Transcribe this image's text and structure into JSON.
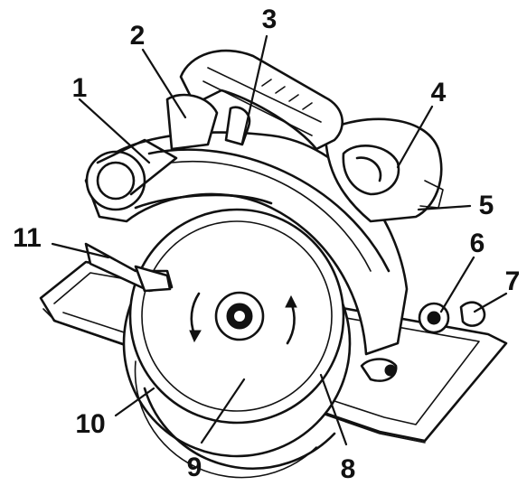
{
  "diagram": {
    "callouts": [
      {
        "id": "c1",
        "label": "1"
      },
      {
        "id": "c2",
        "label": "2"
      },
      {
        "id": "c3",
        "label": "3"
      },
      {
        "id": "c4",
        "label": "4"
      },
      {
        "id": "c5",
        "label": "5"
      },
      {
        "id": "c6",
        "label": "6"
      },
      {
        "id": "c7",
        "label": "7"
      },
      {
        "id": "c8",
        "label": "8"
      },
      {
        "id": "c9",
        "label": "9"
      },
      {
        "id": "c10",
        "label": "10"
      },
      {
        "id": "c11",
        "label": "11"
      }
    ]
  },
  "colors": {
    "ink": "#111111",
    "paper": "#ffffff"
  }
}
